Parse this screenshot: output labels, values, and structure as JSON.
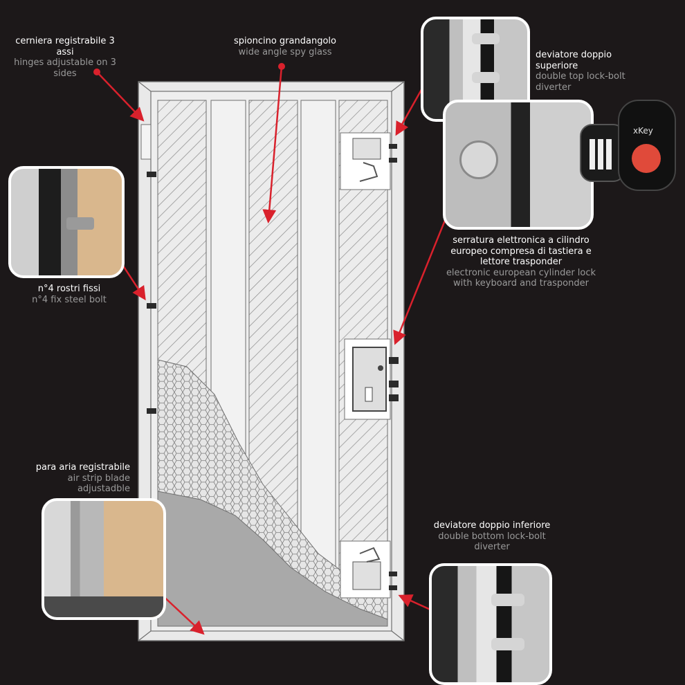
{
  "labels": {
    "hinge": {
      "it": "cerniera registrabile 3 assi",
      "en": "hinges adjustable on 3 sides"
    },
    "spy": {
      "it": "spioncino grandangolo",
      "en": "wide angle spy glass"
    },
    "top_diverter": {
      "it": "deviatore doppio superiore",
      "en": "double top lock-bolt diverter"
    },
    "fixed_bolts": {
      "it": "n°4 rostri fissi",
      "en": "n°4 fix steel bolt"
    },
    "electronic_lock": {
      "it": "serratura elettronica a cilindro europeo  compresa di tastiera e lettore trasponder",
      "en": "electronic european cylinder lock with keyboard and trasponder"
    },
    "air_strip": {
      "it": "para aria registrabile",
      "en": "air strip blade adjustadble"
    },
    "bottom_diverter": {
      "it": "deviatore doppio inferiore",
      "en": "double bottom lock-bolt diverter"
    }
  },
  "keyfob_brand": "xKey",
  "colors": {
    "background": "#1c1819",
    "arrow": "#d9212c",
    "door": "#e9e9e9",
    "line": "#6f6f6f"
  }
}
